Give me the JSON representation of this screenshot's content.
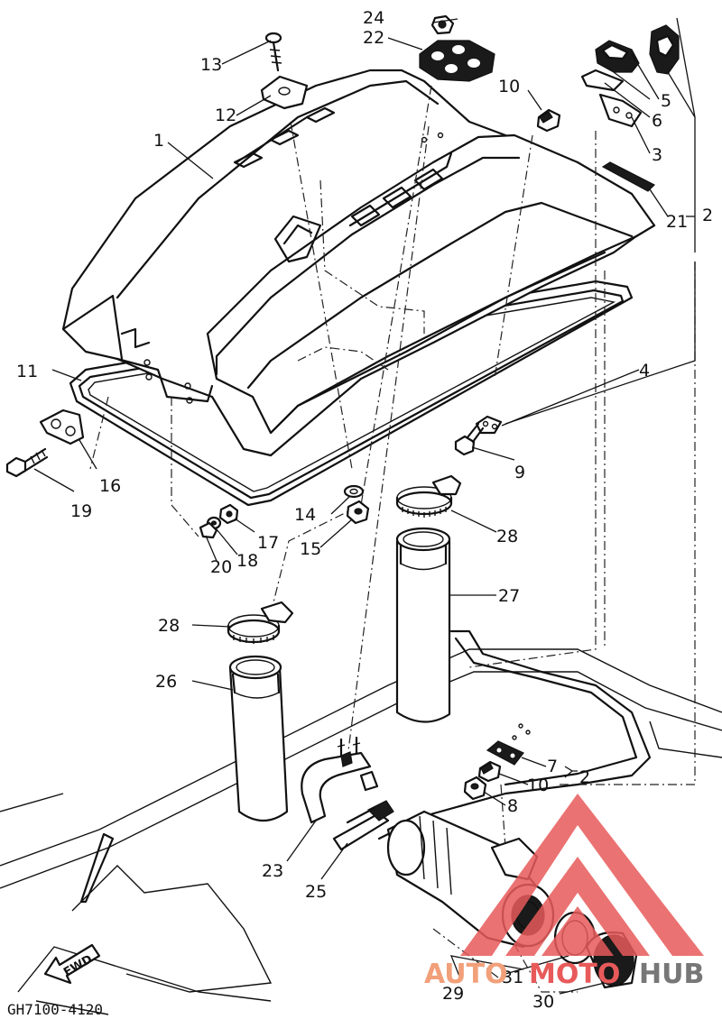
{
  "labels": {
    "p1": "1",
    "p2a": "2",
    "p2b": "2",
    "p3": "3",
    "p4": "4",
    "p5": "5",
    "p6": "6",
    "p7": "7",
    "p8": "8",
    "p9": "9",
    "p10a": "10",
    "p10b": "10",
    "p11": "11",
    "p12": "12",
    "p13": "13",
    "p14": "14",
    "p15": "15",
    "p16": "16",
    "p17": "17",
    "p18": "18",
    "p19": "19",
    "p20": "20",
    "p21": "21",
    "p22": "22",
    "p23": "23",
    "p24": "24",
    "p25": "25",
    "p26": "26",
    "p27": "27",
    "p28a": "28",
    "p28b": "28",
    "p29": "29",
    "p30": "30",
    "p31": "31"
  },
  "diagram_code": "GH7100-4120",
  "direction_arrow": "FWD",
  "watermark": {
    "part1": "AUTO",
    "part2": "MOTO",
    "part3": "HUB",
    "icon": "triangle-logo-icon"
  },
  "colors": {
    "ink": "#111111",
    "watermark_red": "#e85a5a",
    "watermark_orange": "#f2a07a",
    "watermark_grey": "#777777"
  }
}
